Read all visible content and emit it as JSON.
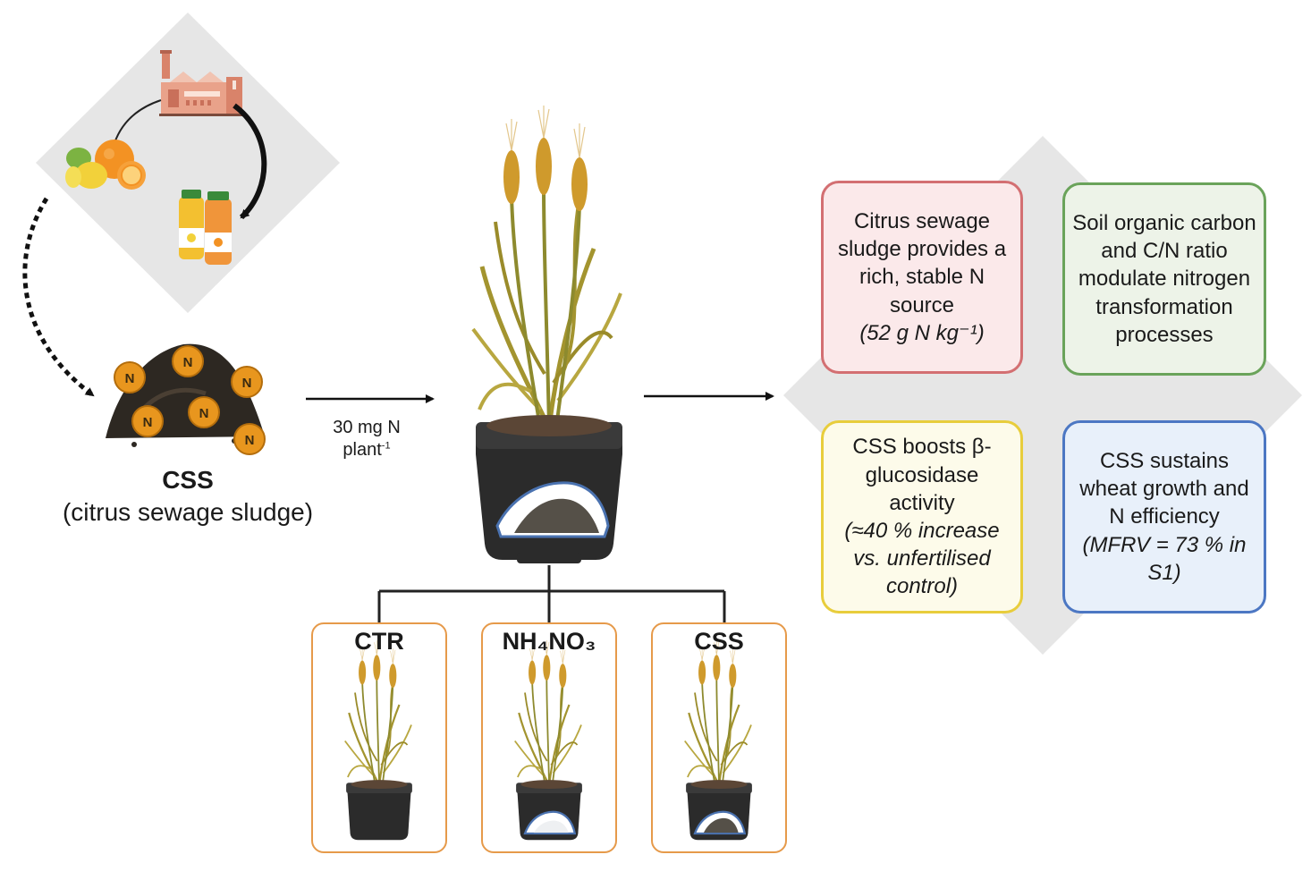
{
  "source": {
    "product_icons": [
      "factory-icon",
      "citrus-fruits-icon",
      "juice-bottles-icon"
    ],
    "sludge_label": "CSS",
    "sludge_full_name": "(citrus sewage sludge)",
    "nitrogen_marker": "N"
  },
  "dose": {
    "line1": "30  mg N",
    "line2": "plant",
    "line2_sup": "-1"
  },
  "treatments": [
    {
      "label": "CTR"
    },
    {
      "label": "NH₄NO₃"
    },
    {
      "label": "CSS"
    }
  ],
  "findings": [
    {
      "text": "Citrus sewage sludge provides a rich, stable N source",
      "note": "(52 g N kg⁻¹)"
    },
    {
      "text": "Soil organic carbon and C/N ratio modulate nitrogen transformation processes",
      "note": ""
    },
    {
      "text": "CSS boosts β-glucosidase activity",
      "note": "(≈40 % increase vs. unfertilised control)"
    },
    {
      "text": "CSS sustains wheat growth and N efficiency",
      "note": "(MFRV = 73 % in S1)"
    }
  ],
  "colors": {
    "sludge_orange": "#e8961e",
    "soil_dark": "#2d2822",
    "pot": "#2b2b2b",
    "wheat_leaf": "#a3942f",
    "wheat_ear": "#cf9a2c",
    "diamond_bg": "#e6e6e6",
    "treatment_border": "#e69a4a"
  }
}
